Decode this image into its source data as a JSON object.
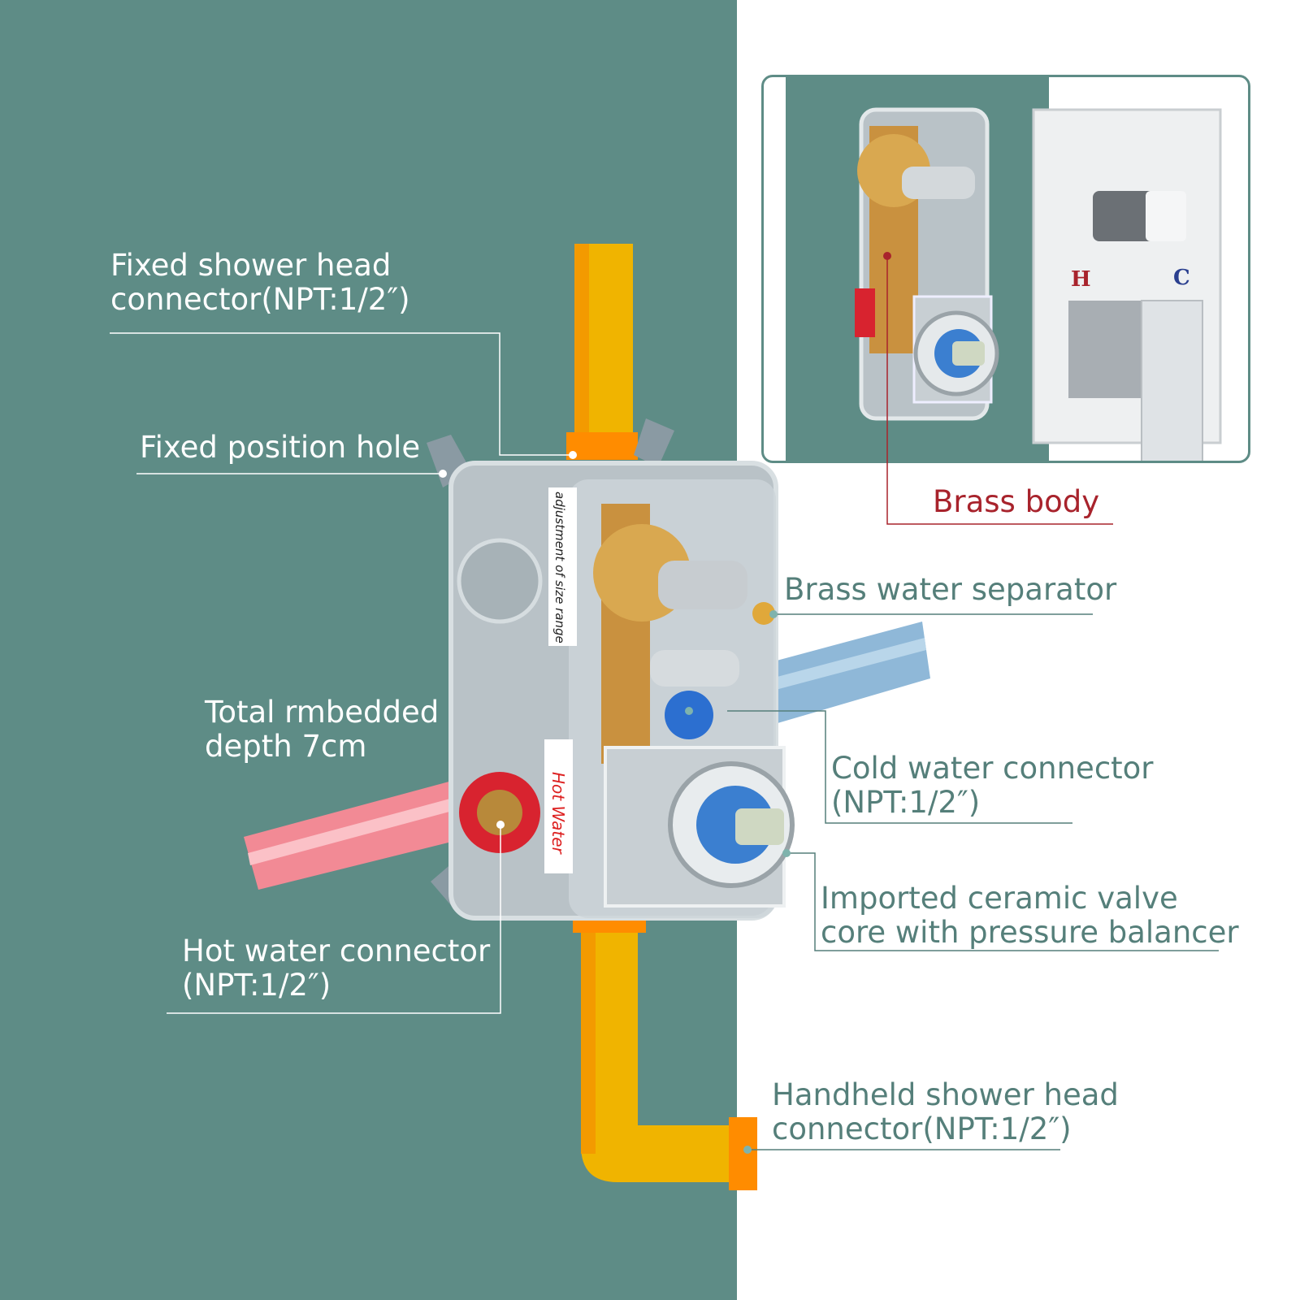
{
  "labels": {
    "fixed_shower_head": [
      "Fixed shower head",
      "connector(NPT:1/2″)"
    ],
    "fixed_position_hole": "Fixed position hole",
    "embedded_depth": [
      "Total rmbedded",
      "depth 7cm"
    ],
    "hot_water": [
      "Hot water connector",
      "(NPT:1/2″)"
    ],
    "brass_separator": "Brass water separator",
    "cold_water": [
      "Cold water connector",
      "(NPT:1/2″)"
    ],
    "ceramic_valve": [
      "Imported ceramic valve",
      "core with pressure balancer"
    ],
    "handheld_shower": [
      "Handheld shower head",
      "connector(NPT:1/2″)"
    ],
    "brass_body": "Brass body"
  },
  "product_stickers": {
    "size_range": "adjustment of size range",
    "hot_water": "Hot Water"
  },
  "trim_marks": {
    "hot": "H",
    "cold": "C"
  },
  "colors": {
    "teal": "#5e8c86",
    "label_teal": "#557f7a",
    "brass_red": "#a8232c",
    "hot": "#c8202e",
    "cold": "#2a3f8f"
  }
}
